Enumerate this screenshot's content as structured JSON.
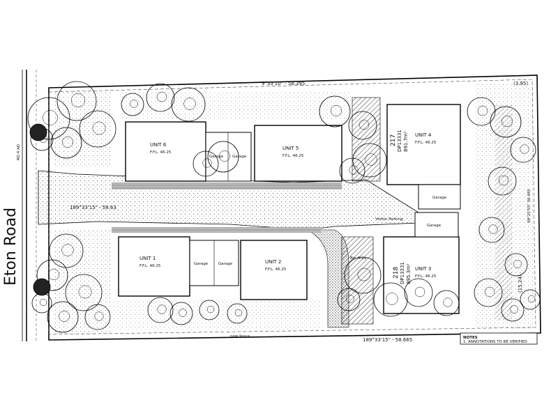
{
  "road": {
    "name": "Eton Road"
  },
  "boundaries": {
    "top": "9°33'10\" - 58.395",
    "bottom": "189°33'15\" - 58.665",
    "middle": "189°33'15\" - 58.63",
    "right_top": "(3.95)",
    "right_mid": "(15.24)",
    "right_bearing": "98°25'55\" 36.485",
    "left_road": "RD 4 AD"
  },
  "units": [
    {
      "id": "unit-1",
      "name": "UNIT 1",
      "ffl": "F.F.L. 46.25"
    },
    {
      "id": "unit-2",
      "name": "UNIT 2",
      "ffl": "F.F.L. 46.25"
    },
    {
      "id": "unit-3",
      "name": "UNIT 3",
      "ffl": "F.F.L. 46.25"
    },
    {
      "id": "unit-4",
      "name": "UNIT 4",
      "ffl": "F.F.L. 46.25"
    },
    {
      "id": "unit-5",
      "name": "UNIT 5",
      "ffl": "F.F.L. 46.25"
    },
    {
      "id": "unit-6",
      "name": "UNIT 6",
      "ffl": "F.F.L. 46.25"
    }
  ],
  "lots": [
    {
      "number": "217",
      "dp": "DP13331",
      "area": "891.7m²"
    },
    {
      "number": "218",
      "dp": "DP13331",
      "area": "895.3m²"
    }
  ],
  "garage_label": "Garage",
  "notes": {
    "title": "NOTES",
    "line": "1. ANNOTATIONS TO BE VERIFIED"
  },
  "misc": {
    "visitor_parking": "Visitor Parking",
    "bin_area": "Bin Area",
    "new_fence": "new fence"
  }
}
